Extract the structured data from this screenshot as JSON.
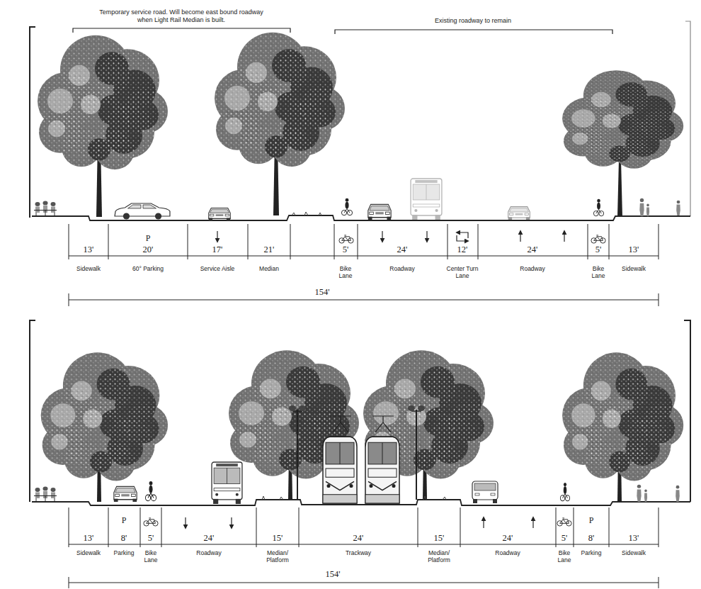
{
  "diagram": {
    "labels": [
      "Temporary service road. Will become east bound roadway when Light Rail Median is built.",
      "Existing roadway to remain",
      "P",
      "13'",
      "20'",
      "17'",
      "21'",
      "5'",
      "24'",
      "12'",
      "24'",
      "5'",
      "13'",
      "Sidewalk",
      "60° Parking",
      "Service Aisle",
      "Median",
      "Bike Lane",
      "Roadway",
      "Center Turn Lane",
      "Roadway",
      "Bike Lane",
      "Sidewalk",
      "154'",
      "P",
      "P",
      "13'",
      "8'",
      "5'",
      "24'",
      "15'",
      "24'",
      "15'",
      "24'",
      "5'",
      "8'",
      "13'",
      "Sidewalk",
      "Parking",
      "Bike Lane",
      "Roadway",
      "Median/ Platform",
      "Trackway",
      "Median/ Platform",
      "Roadway",
      "Bike Lane",
      "Parking",
      "Sidewalk",
      "154'"
    ]
  }
}
